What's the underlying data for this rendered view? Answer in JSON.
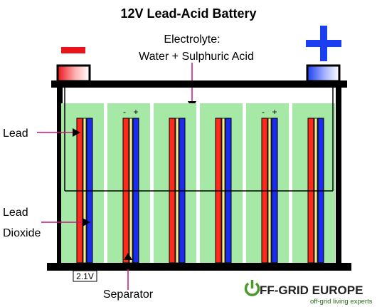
{
  "diagram": {
    "title": "12V Lead-Acid Battery",
    "electrolyte_line1": "Electrolyte:",
    "electrolyte_line2": "Water + Sulphuric Acid",
    "label_lead": "Lead",
    "label_lead_dioxide_line1": "Lead",
    "label_lead_dioxide_line2": "Dioxide",
    "label_separator": "Separator",
    "cell_voltage": "2.1V",
    "cell_minus": "-",
    "cell_plus": "+",
    "cell_count": 6
  },
  "logo": {
    "brand_letter": "O",
    "brand_rest": "FF-GRID EUROPE",
    "tagline": "off-grid living experts"
  },
  "colors": {
    "electrolyte_green": "#a6e8a6",
    "lead_red": "#ff2a1a",
    "lead_dioxide_blue": "#1a2cf0",
    "separator_yellow": "#f5f08a",
    "negative_terminal": "#e8141a",
    "positive_terminal": "#1b3ff0",
    "leader_line": "#c8147a",
    "logo_green": "#4a9a2a"
  }
}
